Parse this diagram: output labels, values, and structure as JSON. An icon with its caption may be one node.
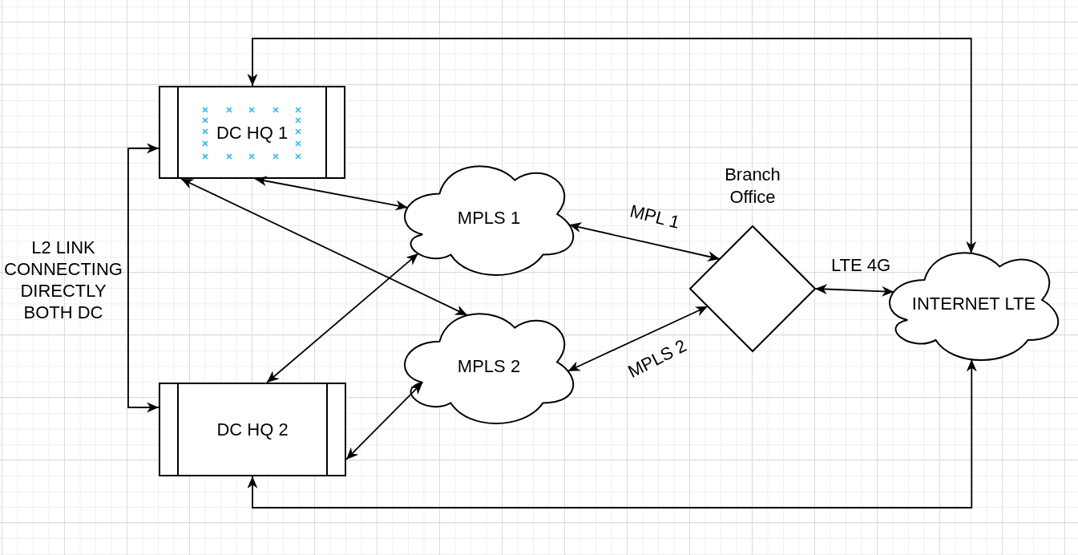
{
  "diagram": {
    "nodes": [
      {
        "text": [
          "DC HQ 1"
        ]
      },
      {
        "text": [
          "MPLS 1"
        ]
      },
      {
        "text": [
          "Branch Office"
        ]
      },
      {
        "text": [
          "INTERNET LTE"
        ]
      },
      {
        "text": [
          "MPLS 2"
        ]
      },
      {
        "text": [
          "DC HQ 2"
        ]
      }
    ],
    "edges": [
      {
        "from": 0,
        "to": 5,
        "arrow": "both",
        "label": "L2 LINK CONNECTING DIRECTLY BOTH DC"
      },
      {
        "from": 0,
        "to": 1,
        "arrow": "both"
      },
      {
        "from": 0,
        "to": 4,
        "arrow": "both"
      },
      {
        "from": 0,
        "to": 3,
        "arrow": "both"
      },
      {
        "from": 1,
        "to": 2,
        "arrow": "both",
        "label": "MPL 1"
      },
      {
        "from": 2,
        "to": 3,
        "arrow": "both",
        "label": "LTE 4G"
      },
      {
        "from": 5,
        "to": 1,
        "arrow": "both"
      },
      {
        "from": 5,
        "to": 4,
        "arrow": "both"
      },
      {
        "from": 4,
        "to": 2,
        "arrow": "both",
        "label": "MPLS 2"
      },
      {
        "from": 5,
        "to": 3,
        "arrow": "both"
      }
    ]
  }
}
